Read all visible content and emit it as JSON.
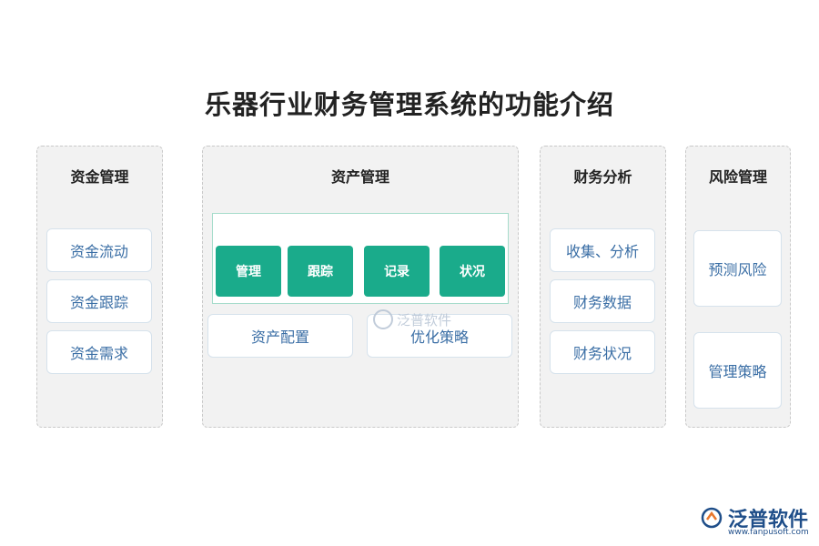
{
  "title": "乐器行业财务管理系统的功能介绍",
  "panels": [
    {
      "title": "资金管理",
      "items": [
        "资金流动",
        "资金跟踪",
        "资金需求"
      ]
    },
    {
      "title": "资产管理",
      "green_buttons": [
        "管理",
        "跟踪",
        "记录",
        "状况"
      ],
      "items": [
        "资产配置",
        "优化策略"
      ]
    },
    {
      "title": "财务分析",
      "items": [
        "收集、分析",
        "财务数据",
        "财务状况"
      ]
    },
    {
      "title": "风险管理",
      "items": [
        "预测风险",
        "管理策略"
      ]
    }
  ],
  "watermark": "泛普软件",
  "brand": {
    "name": "泛普软件",
    "url": "www.fanpusoft.com"
  },
  "colors": {
    "accent_green": "#1aab8b",
    "item_text": "#3a6ea5",
    "brand": "#1f4e89"
  }
}
